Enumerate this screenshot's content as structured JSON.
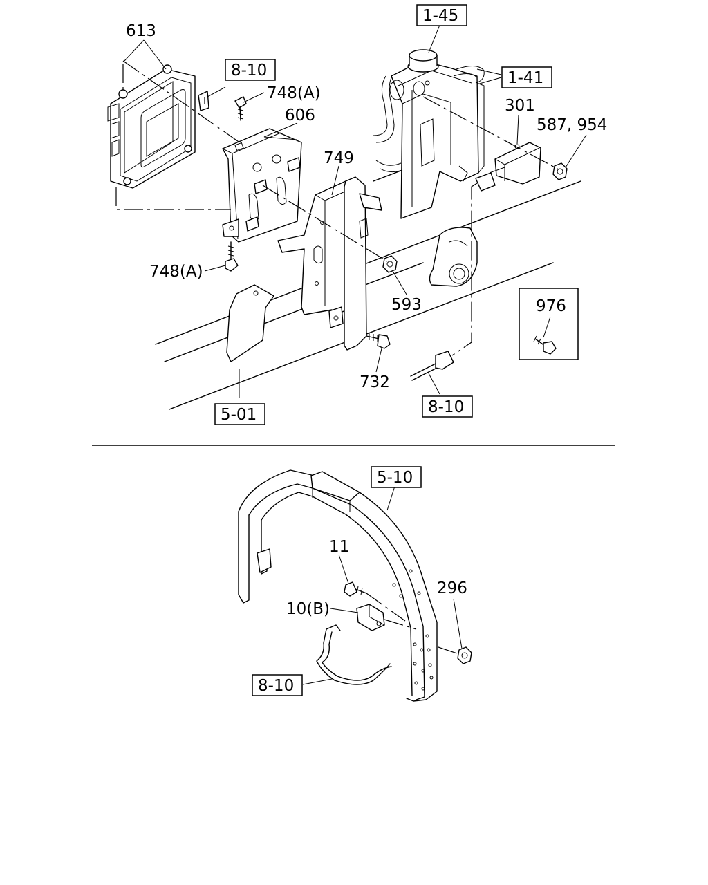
{
  "top_view": {
    "callouts": {
      "c613": "613",
      "c748a_top": "748(A)",
      "c606": "606",
      "c749": "749",
      "c748a_bottom": "748(A)",
      "c593": "593",
      "c732": "732",
      "c301": "301",
      "c587_954": "587, 954",
      "c976": "976"
    },
    "refs": {
      "r1_45": "1-45",
      "r1_41": "1-41",
      "r8_10_top": "8-10",
      "r8_10_mid": "8-10",
      "r5_01": "5-01"
    }
  },
  "bottom_view": {
    "callouts": {
      "c11": "11",
      "c10b": "10(B)",
      "c296": "296"
    },
    "refs": {
      "r5_10": "5-10",
      "r8_10_bottom": "8-10"
    }
  }
}
